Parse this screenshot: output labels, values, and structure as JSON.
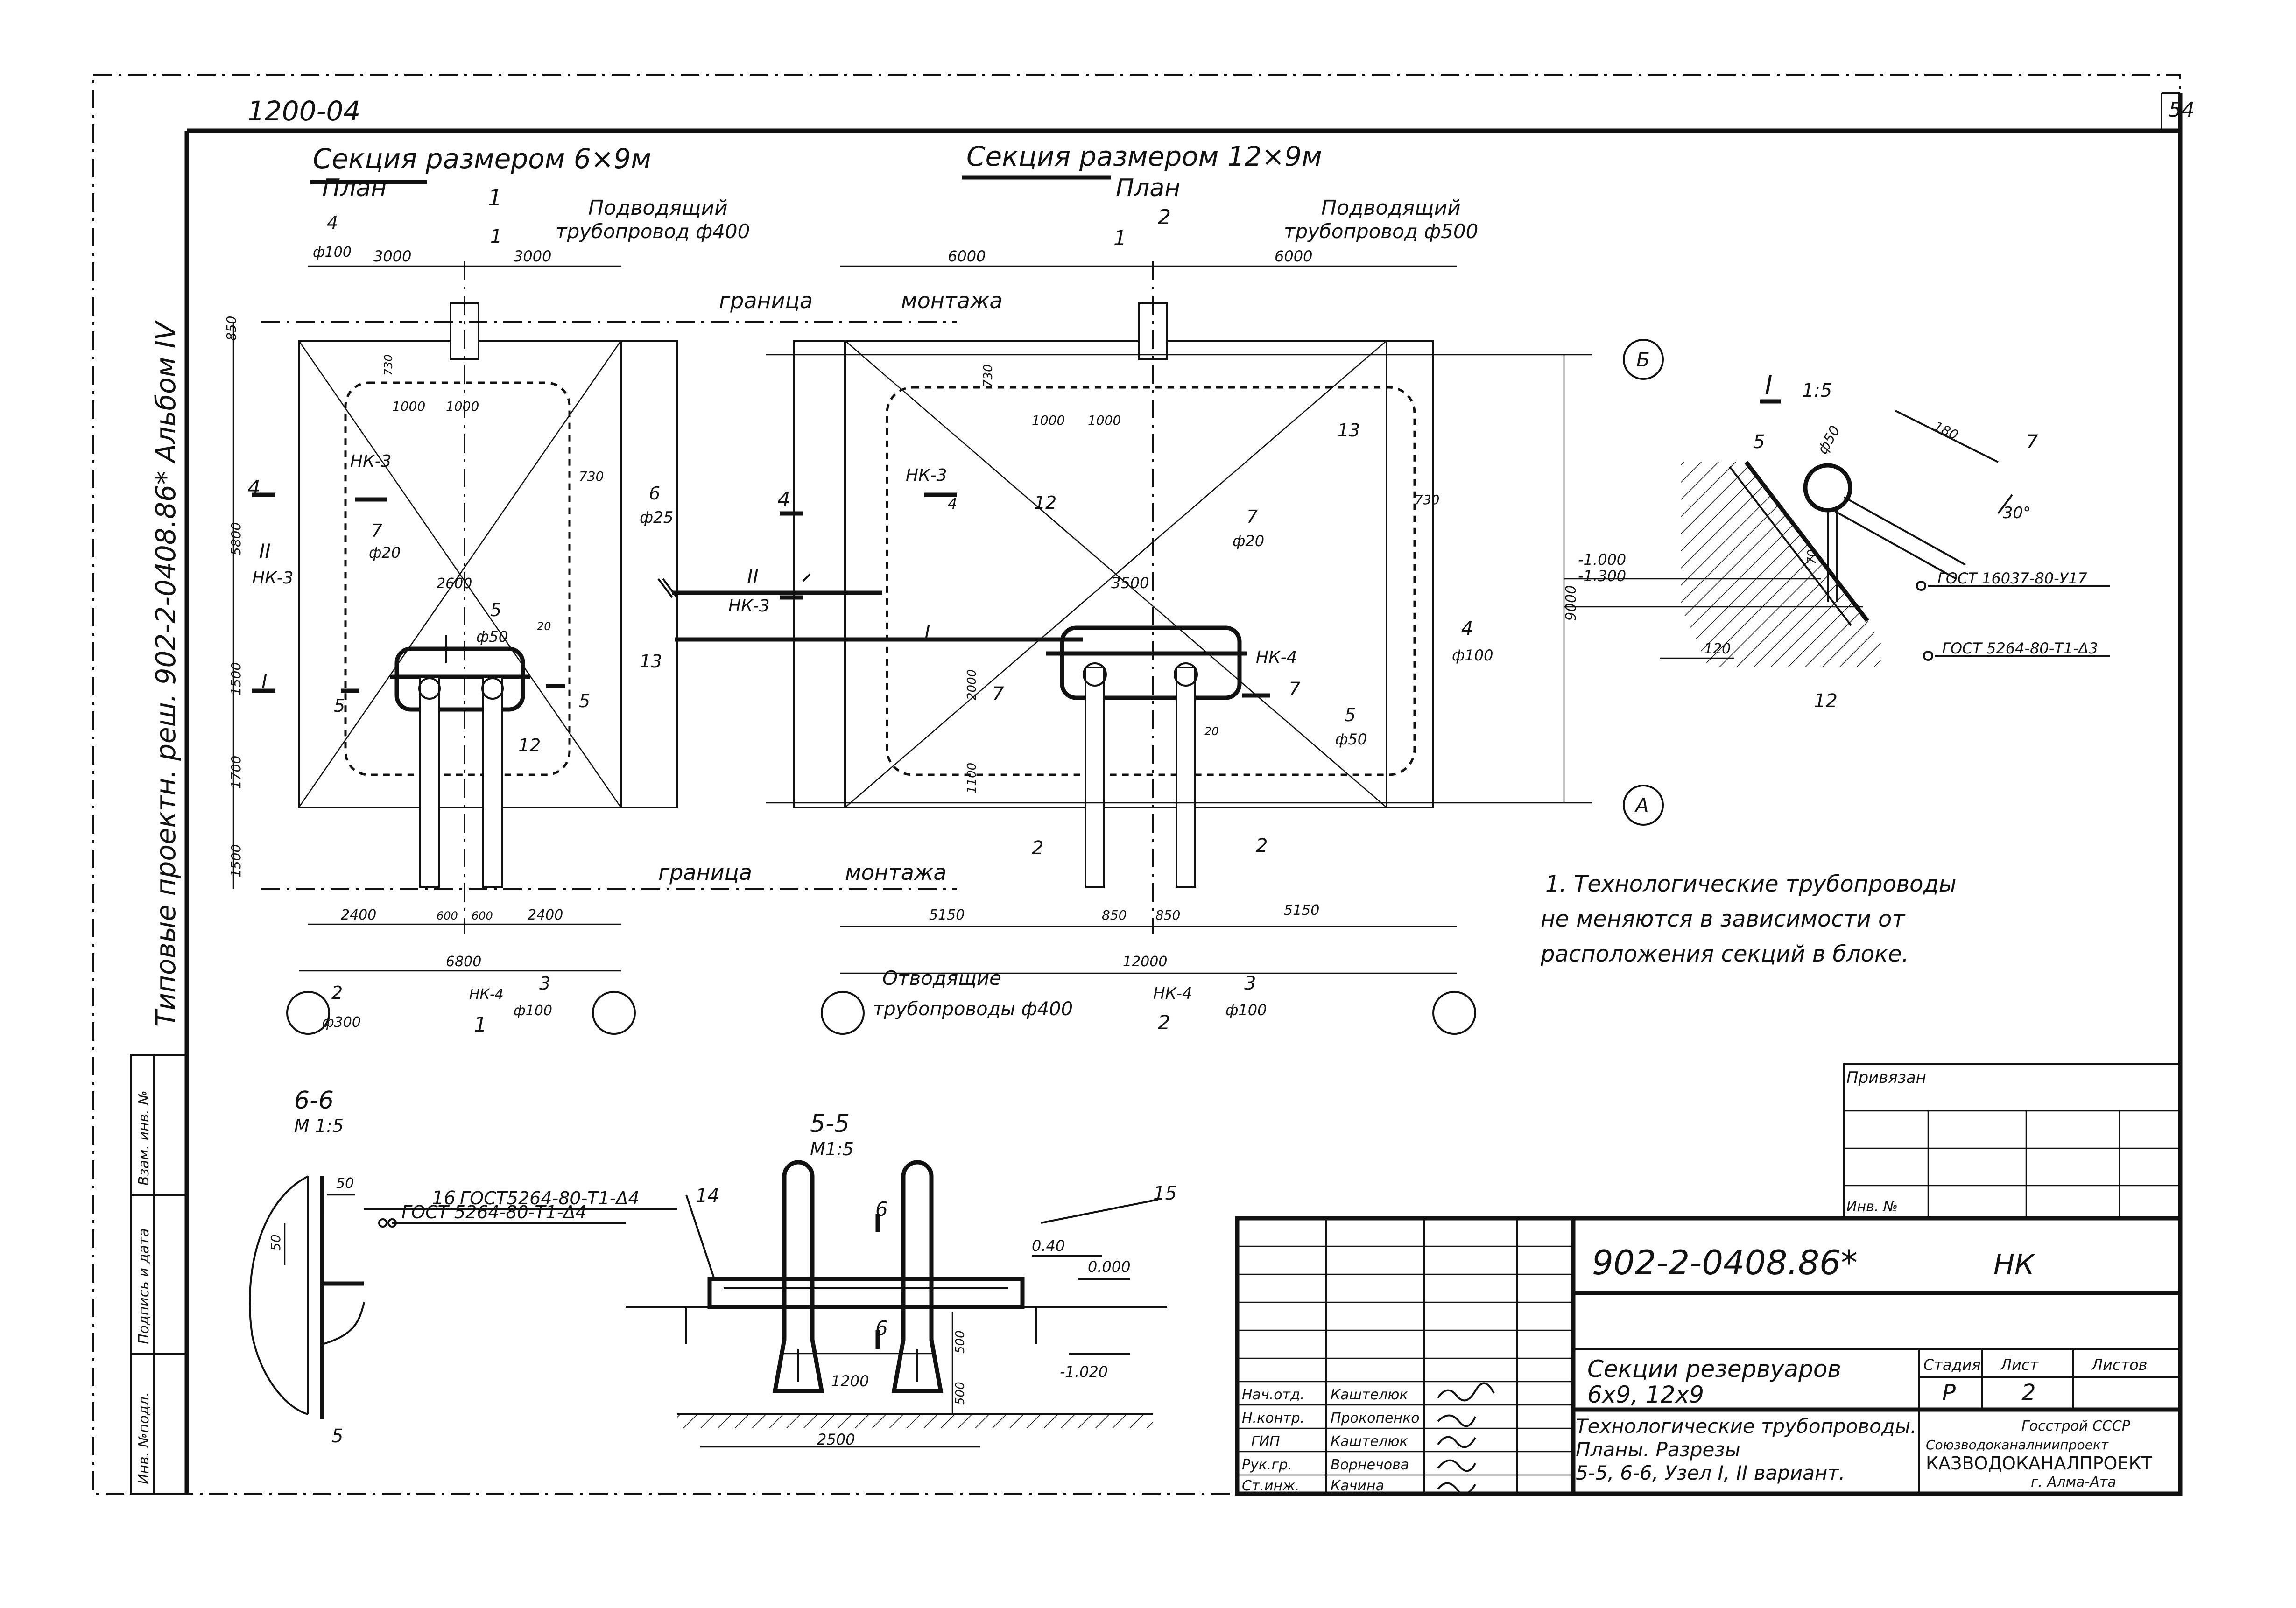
{
  "sheet": {
    "page_number": "54",
    "top_code": "1200-04",
    "side_stamp": "Типовые проектн. реш. 902-2-0408.86* Альбом IV",
    "side_fields": [
      "Инв. №подл.",
      "Подпись и дата",
      "Взам. инв. №"
    ]
  },
  "plan_left": {
    "title": "Секция размером 6×9м",
    "subtitle": "План",
    "supply_label": "Подводящий",
    "supply_pipe": "трубопровод ф400",
    "labels": {
      "m4": "4",
      "d100": "ф100",
      "d3000a": "3000",
      "d3000b": "3000",
      "m1": "1",
      "s1": "1",
      "s1arrow": "1",
      "d850": "850",
      "d730a": "730",
      "d1000a": "1000",
      "d1000b": "1000",
      "nk3": "НК-3",
      "s4": "4",
      "d5800": "5800",
      "d730b": "730",
      "m6": "6",
      "d25": "ф25",
      "m7": "7",
      "d20": "ф20",
      "roman2": "II",
      "nk3b": "НК-3",
      "d2600": "2600",
      "m5": "5",
      "d50": "ф50",
      "roman1": "I",
      "d1500a": "1500",
      "m5b": "5",
      "m5c": "5",
      "m13": "13",
      "m12": "12",
      "d1700": "1700",
      "d1500b": "1500",
      "d2400a": "2400",
      "d600a": "600",
      "d600b": "600",
      "d2400b": "2400",
      "d6800": "6800",
      "m2": "2",
      "d300": "ф300",
      "nk4": "НК-4",
      "s1b": "1",
      "m3": "3",
      "d100b": "ф100",
      "d20a": "20"
    }
  },
  "plan_right": {
    "title": "Секция размером 12×9м",
    "subtitle": "План",
    "supply_label": "Подводящий",
    "supply_pipe": "трубопровод ф500",
    "boundary_top": [
      "граница",
      "монтажа"
    ],
    "boundary_bottom": [
      "граница",
      "монтажа"
    ],
    "labels": {
      "d6000a": "6000",
      "d6000b": "6000",
      "m1": "1",
      "s2": "2",
      "d730a": "730",
      "d1000a": "1000",
      "d1000b": "1000",
      "m13": "13",
      "nk3": "НК-3",
      "s4": "4",
      "s4b": "4",
      "d730b": "730",
      "roman2": "II",
      "nk3b": "НК-3",
      "m12": "12",
      "m7": "7",
      "d20": "ф20",
      "d3500": "3500",
      "d9000": "9000",
      "roman1": "I",
      "d2000": "2000",
      "s7": "7",
      "nk4": "НК-4",
      "s7b": "7",
      "m4": "4",
      "d100": "ф100",
      "m5": "5",
      "d50": "ф50",
      "d20a": "20",
      "d1100": "1100",
      "m2": "2",
      "m2b": "2",
      "d5150a": "5150",
      "d850a": "850",
      "d850b": "850",
      "d5150b": "5150",
      "d12000": "12000",
      "outlet_label": "Отводящие",
      "outlet_pipe": "трубопроводы ф400",
      "nk4b": "НК-4",
      "s2b": "2",
      "m3": "3",
      "d100b": "ф100",
      "axis_b": "Б",
      "axis_a": "А"
    }
  },
  "node": {
    "title": "I",
    "scale": "1:5",
    "labels": {
      "m5": "5",
      "d180": "180",
      "m7": "7",
      "d50": "ф50",
      "angle": "30°",
      "lvl1": "-1.000",
      "lvl2": "-1.300",
      "d120": "120",
      "m12": "12",
      "d70": "70",
      "gost1": "ГОСТ 16037-80-У17",
      "gost2": "ГОСТ 5264-80-Т1-Δ3"
    }
  },
  "note": "1. Технологические трубопроводы не меняются в зависимости от расположения секций в блоке.",
  "section_66": {
    "title": "6-6",
    "scale": "М 1:5",
    "labels": {
      "d50a": "50",
      "d50b": "50",
      "m16": "16",
      "gost_a": "ГОСТ5264-80-Т1-Δ4",
      "gost_b": "ГОСТ 5264-80-Т1-Δ4",
      "m5": "5"
    }
  },
  "section_55": {
    "title": "5-5",
    "scale": "М1:5",
    "labels": {
      "m14": "14",
      "m15": "15",
      "s6": "6",
      "s6b": "6",
      "lvl040": "0.40",
      "lvl000": "0.000",
      "lvl1020": "-1.020",
      "d1200": "1200",
      "d2500": "2500",
      "d500a": "500",
      "d500b": "500"
    }
  },
  "binding_table": {
    "title": "Привязан",
    "inv": "Инв. №"
  },
  "title_block": {
    "code": "902-2-0408.86*",
    "mark": "НК",
    "name": "Секции резервуаров 6х9, 12х9",
    "sheet_title": "Технологические трубопроводы. Планы. Разрезы 5-5, 6-6, Узел I, II вариант.",
    "stage_h": "Стадия",
    "sheet_h": "Лист",
    "sheets_h": "Листов",
    "stage": "Р",
    "sheet_no": "2",
    "org1": "Госстрой СССР",
    "org2": "Союзводоканалниипроект",
    "org3": "КАЗВОДОКАНАЛПРОЕКТ",
    "org4": "г. Алма-Ата",
    "staff": [
      {
        "role": "Нач.отд.",
        "name": "Каштелюк"
      },
      {
        "role": "Н.контр.",
        "name": "Прокопенко"
      },
      {
        "role": "ГИП",
        "name": "Каштелюк"
      },
      {
        "role": "Рук.гр.",
        "name": "Ворнечова"
      },
      {
        "role": "Ст.инж.",
        "name": "Качина"
      }
    ]
  }
}
